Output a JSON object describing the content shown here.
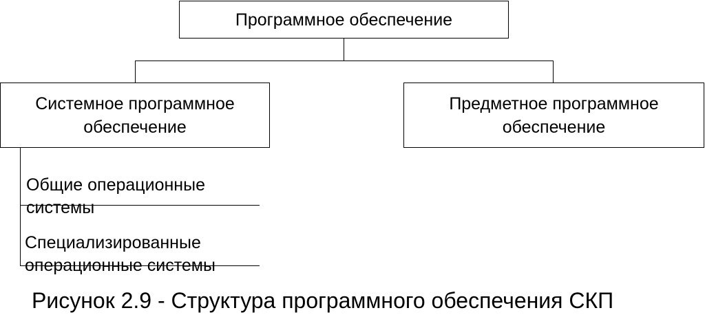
{
  "diagram": {
    "root": {
      "label": "Программное обеспечение"
    },
    "system_software": {
      "label": "Системное программное\nобеспечение",
      "items": [
        {
          "label": "Общие операционные\nсистемы"
        },
        {
          "label": "Специализированные\nоперационные системы"
        }
      ]
    },
    "subject_software": {
      "label": "Предметное программное\nобеспечение"
    }
  },
  "caption": "Рисунок 2.9 - Структура программного обеспечения СКП"
}
